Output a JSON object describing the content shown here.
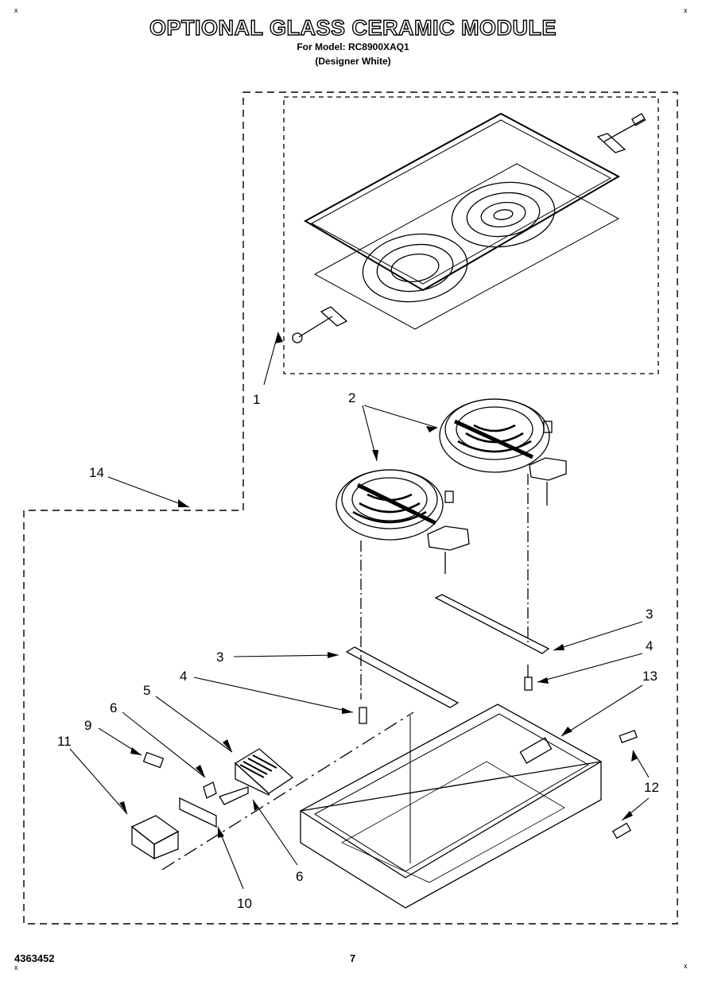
{
  "header": {
    "title": "OPTIONAL GLASS CERAMIC MODULE",
    "model_line": "For Model: RC8900XAQ1",
    "color_line": "(Designer White)"
  },
  "callouts": [
    "1",
    "2",
    "3",
    "3",
    "4",
    "4",
    "5",
    "6",
    "6",
    "9",
    "10",
    "11",
    "12",
    "13",
    "14"
  ],
  "footer": {
    "doc_number": "4363452",
    "page_number": "7"
  },
  "corner_marks": [
    "x",
    "x",
    "x",
    "x"
  ]
}
